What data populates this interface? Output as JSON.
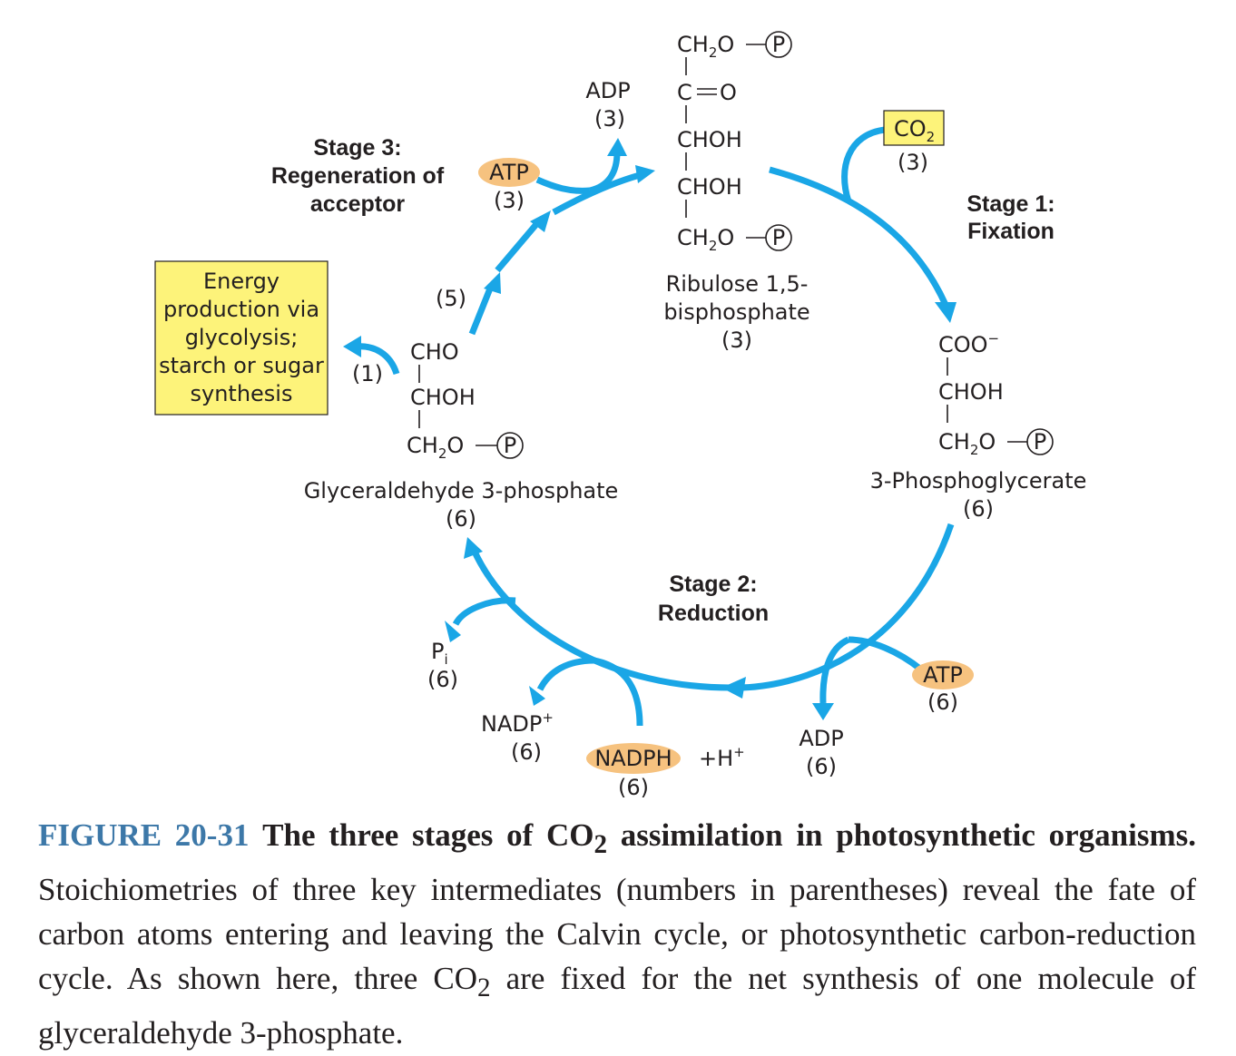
{
  "ribulose": {
    "line1": "CH",
    "line1_sub": "2",
    "line1_o": "O",
    "line2": "C",
    "line2_o": "O",
    "line3": "CHOH",
    "line4": "CHOH",
    "line5": "CH",
    "line5_sub": "2",
    "line5_o": "O",
    "phosphate": "P",
    "name1": "Ribulose 1,5-",
    "name2": "bisphosphate",
    "count": "(3)"
  },
  "pga": {
    "line1": "COO",
    "line1_sup": "−",
    "line2": "CHOH",
    "line3": "CH",
    "line3_sub": "2",
    "line3_o": "O",
    "phosphate": "P",
    "name": "3-Phosphoglycerate",
    "count": "(6)"
  },
  "g3p": {
    "line1": "CHO",
    "line2": "CHOH",
    "line3": "CH",
    "line3_sub": "2",
    "line3_o": "O",
    "phosphate": "P",
    "name": "Glyceraldehyde 3-phosphate",
    "count": "(6)"
  },
  "co2": {
    "label": "CO",
    "sub": "2",
    "count": "(3)"
  },
  "stage1": {
    "line1": "Stage 1:",
    "line2": "Fixation"
  },
  "stage2": {
    "line1": "Stage 2:",
    "line2": "Reduction"
  },
  "stage3": {
    "line1": "Stage 3:",
    "line2": "Regeneration of",
    "line3": "acceptor"
  },
  "atp_reduction": {
    "label": "ATP",
    "count": "(6)"
  },
  "adp_reduction": {
    "label": "ADP",
    "count": "(6)"
  },
  "nadph": {
    "label": "NADPH",
    "count": "(6)",
    "plus_h": "+H",
    "plus_h_sup": "+"
  },
  "nadp": {
    "label": "NADP",
    "sup": "+",
    "count": "(6)"
  },
  "pi": {
    "label": "P",
    "sub": "i",
    "count": "(6)"
  },
  "atp_regen": {
    "label": "ATP",
    "count": "(3)"
  },
  "adp_regen": {
    "label": "ADP",
    "count": "(3)"
  },
  "branch": {
    "five": "(5)",
    "one": "(1)"
  },
  "energy_box": {
    "line1": "Energy",
    "line2": "production via",
    "line3": "glycolysis;",
    "line4": "starch or sugar",
    "line5": "synthesis"
  },
  "caption": {
    "fig_num": "FIGURE 20-31",
    "title_a": "The three stages of CO",
    "title_sub": "2",
    "title_b": " assimilation in photosynthetic organisms.",
    "body_a": " Stoichiometries of three key intermediates (numbers in parentheses) reveal the fate of carbon atoms entering and leaving the Calvin cycle, or photosynthetic carbon-reduction cycle. As shown here, three CO",
    "body_sub": "2",
    "body_b": " are fixed for the net synthesis of one molecule of glyceraldehyde 3-phosphate."
  },
  "colors": {
    "arrow": "#1aa6e6",
    "oval": "#f6c27f",
    "box": "#fdf37a",
    "fig_num": "#3d78a8"
  }
}
